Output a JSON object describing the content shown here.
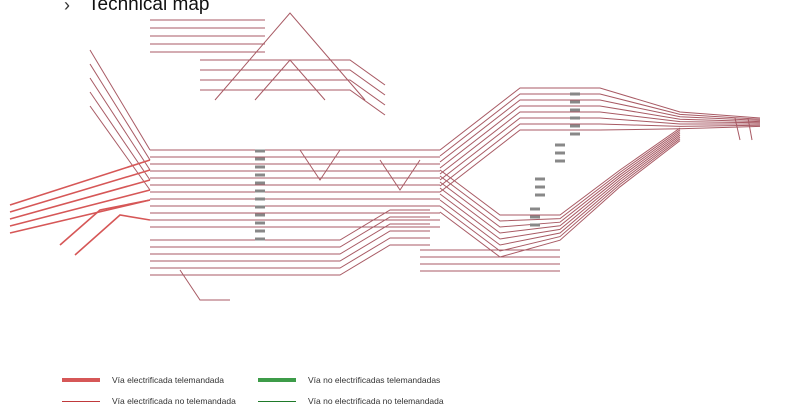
{
  "header": {
    "chevron_icon": "chevron-right-icon",
    "title": "Technical map"
  },
  "colors": {
    "electrified_line": "#a85a64",
    "electrified_telecontrolled": "#d65757",
    "non_electrified_telecontrolled": "#3d9c49",
    "non_electrified_non_telecontrolled": "#1f7a2a"
  },
  "legend": [
    {
      "label": "Vía electrificada telemandada",
      "style": "red-thick"
    },
    {
      "label": "Vía electrificada no telemandada",
      "style": "red-thin"
    },
    {
      "label": "Vía no electrificadas telemandadas",
      "style": "green-thick"
    },
    {
      "label": "Vía no electrificada no telemandada",
      "style": "green-thin"
    }
  ]
}
